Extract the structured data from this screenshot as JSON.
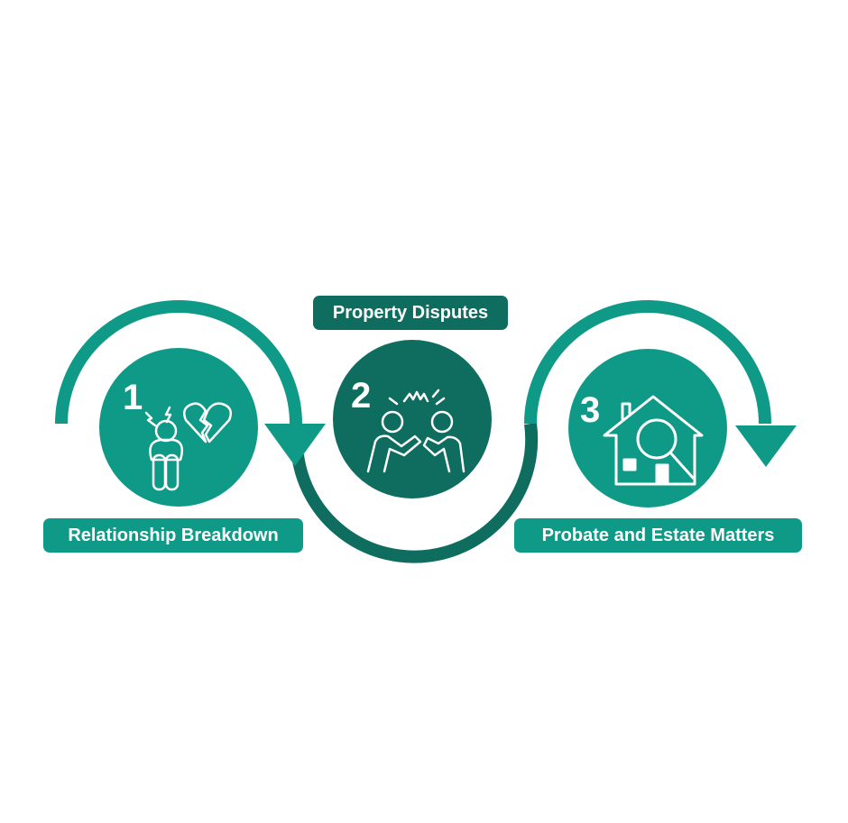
{
  "steps": [
    {
      "number": "1",
      "label": "Relationship Breakdown",
      "icon": "distressed-person-broken-heart-icon"
    },
    {
      "number": "2",
      "label": "Property Disputes",
      "icon": "two-people-arguing-icon"
    },
    {
      "number": "3",
      "label": "Probate and Estate Matters",
      "icon": "house-magnifying-glass-icon"
    }
  ],
  "colors": {
    "teal": "#0f9a88",
    "dark_teal": "#0e6d5f"
  }
}
